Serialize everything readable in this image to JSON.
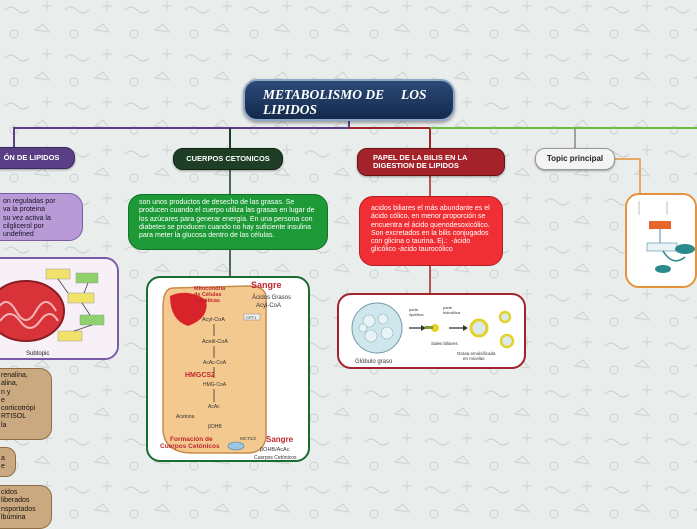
{
  "root": {
    "title": "METABOLISMO DE     LOS\nLIPIDOS"
  },
  "topics": {
    "left": "ÓN DE LIPIDOS",
    "cetonicos": "CUERPOS CETONICOS",
    "bilis": "PAPEL DE LA BILIS EN LA\nDIGESTION DE LIPIDOS",
    "principal": "Topic principal"
  },
  "notes": {
    "left_regulation": "on reguladas por\nva la proteina\nsu vez activa la\ncilglicerol por\nundefined",
    "cetonicos": "son unos productos de desecho de las grasas. Se producen cuando el cuerpo utiliza las grasas en lugar de los azúcares para generar energía. En una persona con diabetes se producen cuando no hay suficiente insulina para meter la glucosa dentro de las células.",
    "bilis": "acidos biliares el más abundante es el ácido cólico, en menor proporción se encuentra el ácido quenodesoxicólico.   Son excretados en la bilis conjugados con glicina o taurina. Ej.:  -ácido glicólico -ácido taurocólico",
    "hormonas": "renalina,\nalina,\nn y\ne\ncorticotrópi\nRTISOL\nla",
    "short": "a\ne",
    "acidos": "cidos\nliberados\nnsportados\nlbúmina"
  },
  "images": {
    "mito_caption": "Subtopic",
    "keto": {
      "mito_label": "Mitocondria\nde Células\nHepáticas",
      "sangre_top": "Sangre",
      "acidos_grasos": "Ácidos Grasos\nAcyl-CoA",
      "acyl_coa": "Acyl-CoA",
      "acetil_coa": "Acetil-CoA",
      "acetoacetil": "AcAc-CoA",
      "hmgcs": "HMGCS2",
      "hmg_coa": "HMG-CoA",
      "acetona": "Acetona",
      "acac": "AcAc",
      "bohb": "βOHB",
      "formacion": "Formación de\nCuerpos Cetónicos",
      "mct": "MCT1/2",
      "sangre_bottom": "Sangre",
      "bohb_acac": "βOHB/AcAc",
      "cuerpos_cetonicos": "Cuerpos Cetónicos",
      "cpt": "CPT1"
    },
    "bile": {
      "globulo": "Glóbulo graso",
      "lipofilica": "parte\nlipofílica",
      "hidrofilica": "parte\nhidrofílica",
      "sales": "Sales biliares",
      "grasa": "Grasa emulsificada\nen micelas"
    }
  },
  "colors": {
    "root": "#1f3a66",
    "purple": "#5b3f86",
    "green": "#1e3e26",
    "red": "#a4222a",
    "tan": "#caa880",
    "orange": "#e6923a"
  }
}
